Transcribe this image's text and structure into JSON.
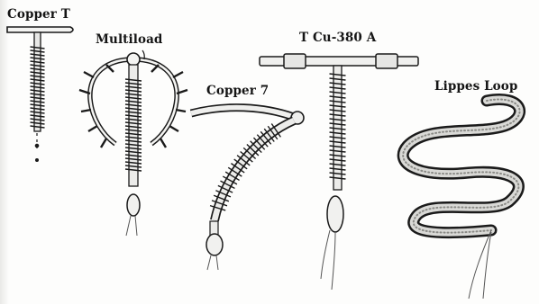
{
  "labels": {
    "copper_t": "Copper T",
    "multiload": "Multiload",
    "copper_7": "Copper 7",
    "t_cu_380a": "T Cu-380 A",
    "lippes_loop": "Lippes Loop"
  },
  "colors": {
    "ink": "#1a1a1a",
    "shade": "#7a7a7a",
    "paper": "#fdfdfc"
  },
  "devices": [
    "copper-t",
    "multiload",
    "copper-7",
    "t-cu-380a",
    "lippes-loop"
  ]
}
